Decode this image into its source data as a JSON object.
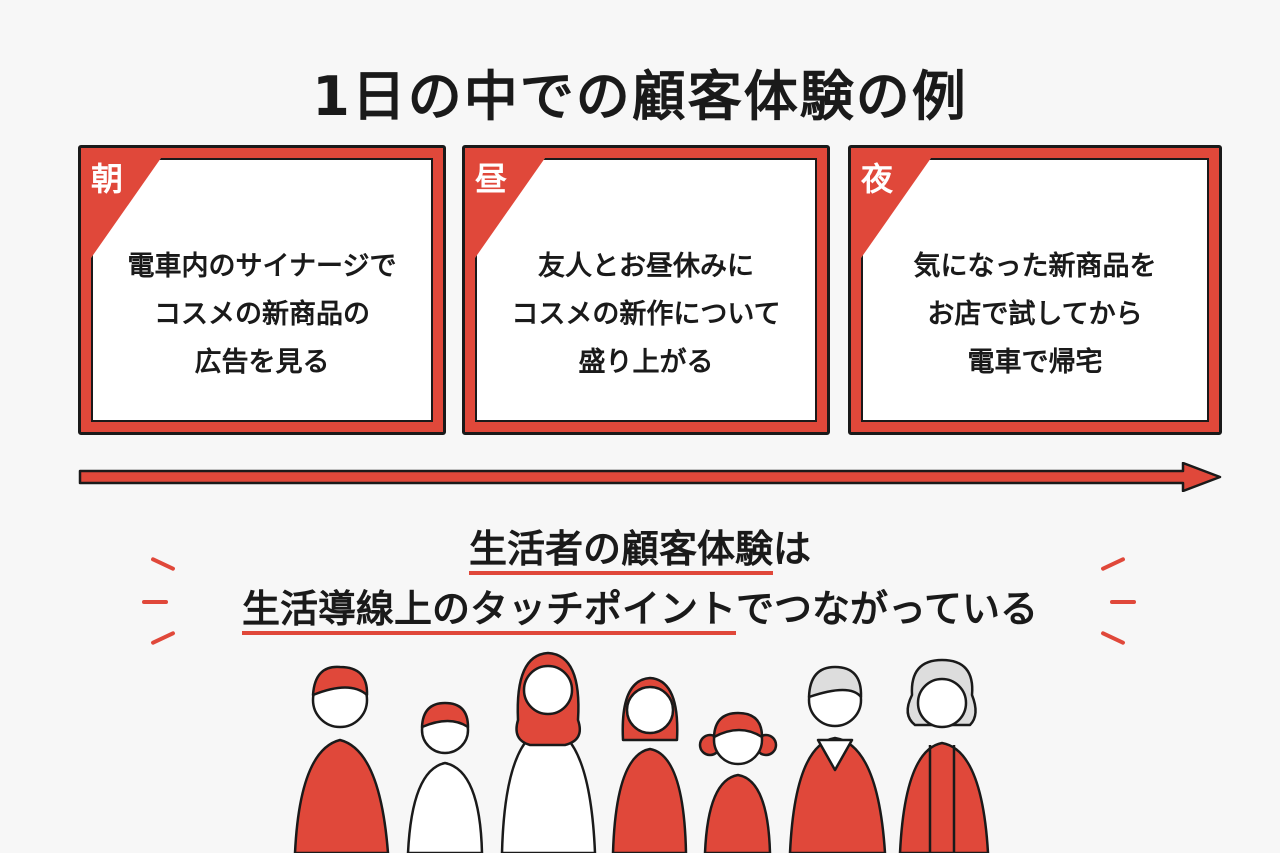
{
  "title": "1日の中での顧客体験の例",
  "cards": [
    {
      "label": "朝",
      "text": "電車内のサイナージで\nコスメの新商品の\n広告を見る"
    },
    {
      "label": "昼",
      "text": "友人とお昼休みに\nコスメの新作について\n盛り上がる"
    },
    {
      "label": "夜",
      "text": "気になった新商品を\nお店で試してから\n電車で帰宅"
    }
  ],
  "subtitle": {
    "line1_underlined": "生活者の顧客体験",
    "line1_rest": "は",
    "line2_underlined": "生活導線上のタッチポイント",
    "line2_rest": "でつながっている"
  },
  "colors": {
    "accent": "#e0483a",
    "ink": "#1a1a1a"
  }
}
